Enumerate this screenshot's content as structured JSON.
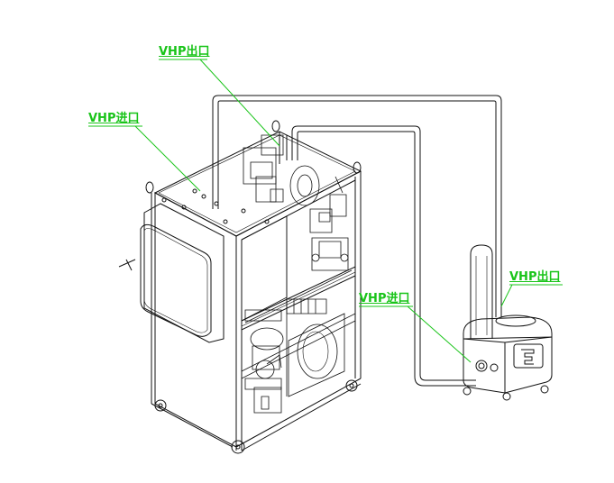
{
  "labels": {
    "outlet_top": "VHP出口",
    "inlet_left": "VHP进口",
    "outlet_right": "VHP出口",
    "inlet_center": "VHP进口"
  },
  "colors": {
    "line": "#111111",
    "callout": "#19c419",
    "background": "#ffffff"
  }
}
